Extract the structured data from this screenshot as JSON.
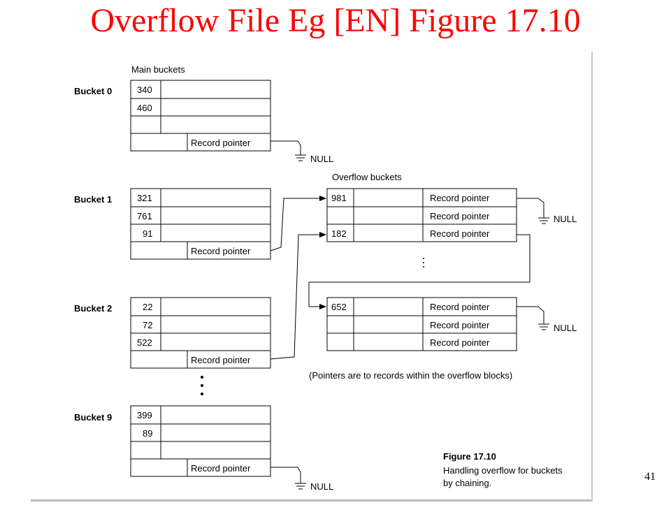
{
  "slide": {
    "title": "Overflow File Eg [EN] Figure 17.10",
    "page_number": "41",
    "title_color": "#ff0000"
  },
  "figure": {
    "main_heading": "Main buckets",
    "overflow_heading": "Overflow buckets",
    "pointer_label": "Record pointer",
    "null_label": "NULL",
    "note": "(Pointers are to records within the overflow blocks)",
    "caption_title": "Figure 17.10",
    "caption_line1": "Handling overflow for buckets",
    "caption_line2": "by chaining.",
    "buckets": [
      {
        "label": "Bucket 0",
        "records": [
          "340",
          "460",
          ""
        ]
      },
      {
        "label": "Bucket 1",
        "records": [
          "321",
          "761",
          "91"
        ]
      },
      {
        "label": "Bucket 2",
        "records": [
          "22",
          "72",
          "522"
        ]
      },
      {
        "label": "Bucket 9",
        "records": [
          "399",
          "89",
          ""
        ]
      }
    ],
    "overflow_blocks": [
      {
        "records": [
          "981",
          "",
          "182"
        ]
      },
      {
        "records": [
          "652",
          "",
          ""
        ]
      }
    ]
  }
}
